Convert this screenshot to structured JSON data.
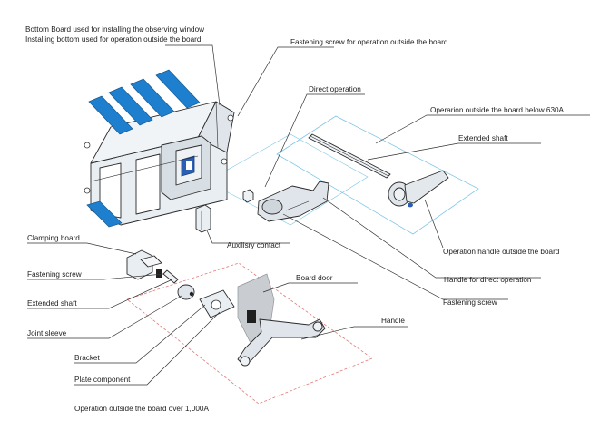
{
  "labels": {
    "bottom_board_1": "Bottom Board used for installing the observing window",
    "bottom_board_2": "Installing bottom used for operation outside the board",
    "fastening_screw_outside": "Fastening screw for operation outside the board",
    "direct_operation": "Direct operation",
    "operation_below_630a": "Operarion outside the board below 630A",
    "extended_shaft_top": "Extended shaft",
    "operation_handle_outside": "Operation handle outside the board",
    "handle_direct_operation": "Handle for direct operation",
    "fastening_screw_right": "Fastening screw",
    "auxiliary_contact": "Auxilisry contact",
    "clamping_board": "Clamping board",
    "fastening_screw_left": "Fastening screw",
    "extended_shaft_left": "Extended shaft",
    "joint_sleeve": "Joint sleeve",
    "bracket": "Bracket",
    "plate_component": "Plate component",
    "operation_over_1000a": "Operation outside the board over 1,000A",
    "board_door": "Board door",
    "handle": "Handle"
  },
  "colors": {
    "busbar_blue": "#1e7fcf",
    "body_grey": "#e9eef2",
    "face_grey": "#d7dee4",
    "door_grey": "#c9cdd1",
    "dashed_red": "#e07a7a",
    "outline_cyan": "#7fc6e6"
  }
}
